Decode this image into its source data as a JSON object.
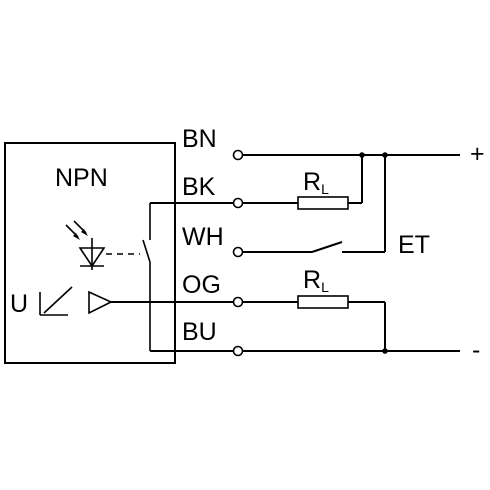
{
  "sensor": {
    "type_label": "NPN",
    "u_label": "U"
  },
  "wires": {
    "bn": "BN",
    "bk": "BK",
    "wh": "WH",
    "og": "OG",
    "bu": "BU"
  },
  "loads": {
    "r_main": "R",
    "r_sub": "L"
  },
  "supply": {
    "plus": "+",
    "minus": "-"
  },
  "external": {
    "et_label": "ET"
  },
  "colors": {
    "line": "#000000",
    "background": "#ffffff"
  }
}
